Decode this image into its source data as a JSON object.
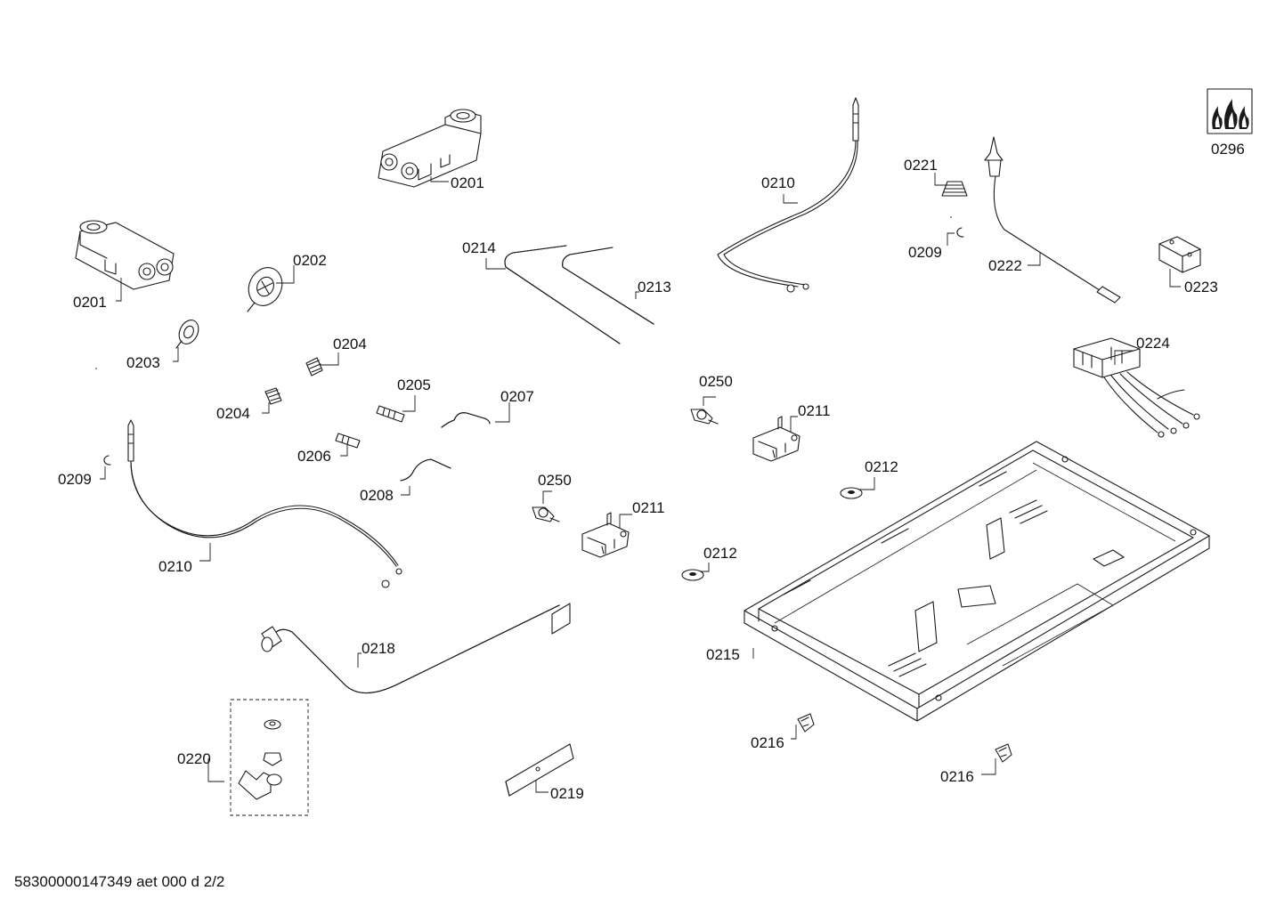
{
  "labels": {
    "p0201a": "0201",
    "p0201b": "0201",
    "p0202": "0202",
    "p0203": "0203",
    "p0204a": "0204",
    "p0204b": "0204",
    "p0205": "0205",
    "p0206": "0206",
    "p0207": "0207",
    "p0208": "0208",
    "p0209a": "0209",
    "p0209b": "0209",
    "p0210a": "0210",
    "p0210b": "0210",
    "p0211a": "0211",
    "p0211b": "0211",
    "p0212a": "0212",
    "p0212b": "0212",
    "p0213": "0213",
    "p0214": "0214",
    "p0215": "0215",
    "p0216a": "0216",
    "p0216b": "0216",
    "p0218": "0218",
    "p0219": "0219",
    "p0220": "0220",
    "p0221": "0221",
    "p0222": "0222",
    "p0223": "0223",
    "p0224": "0224",
    "p0250a": "0250",
    "p0250b": "0250",
    "p0296": "0296"
  },
  "footer": "58300000147349 aet 000 d 2/2",
  "icons": {
    "gas_symbol": "gas-flame-icon"
  }
}
